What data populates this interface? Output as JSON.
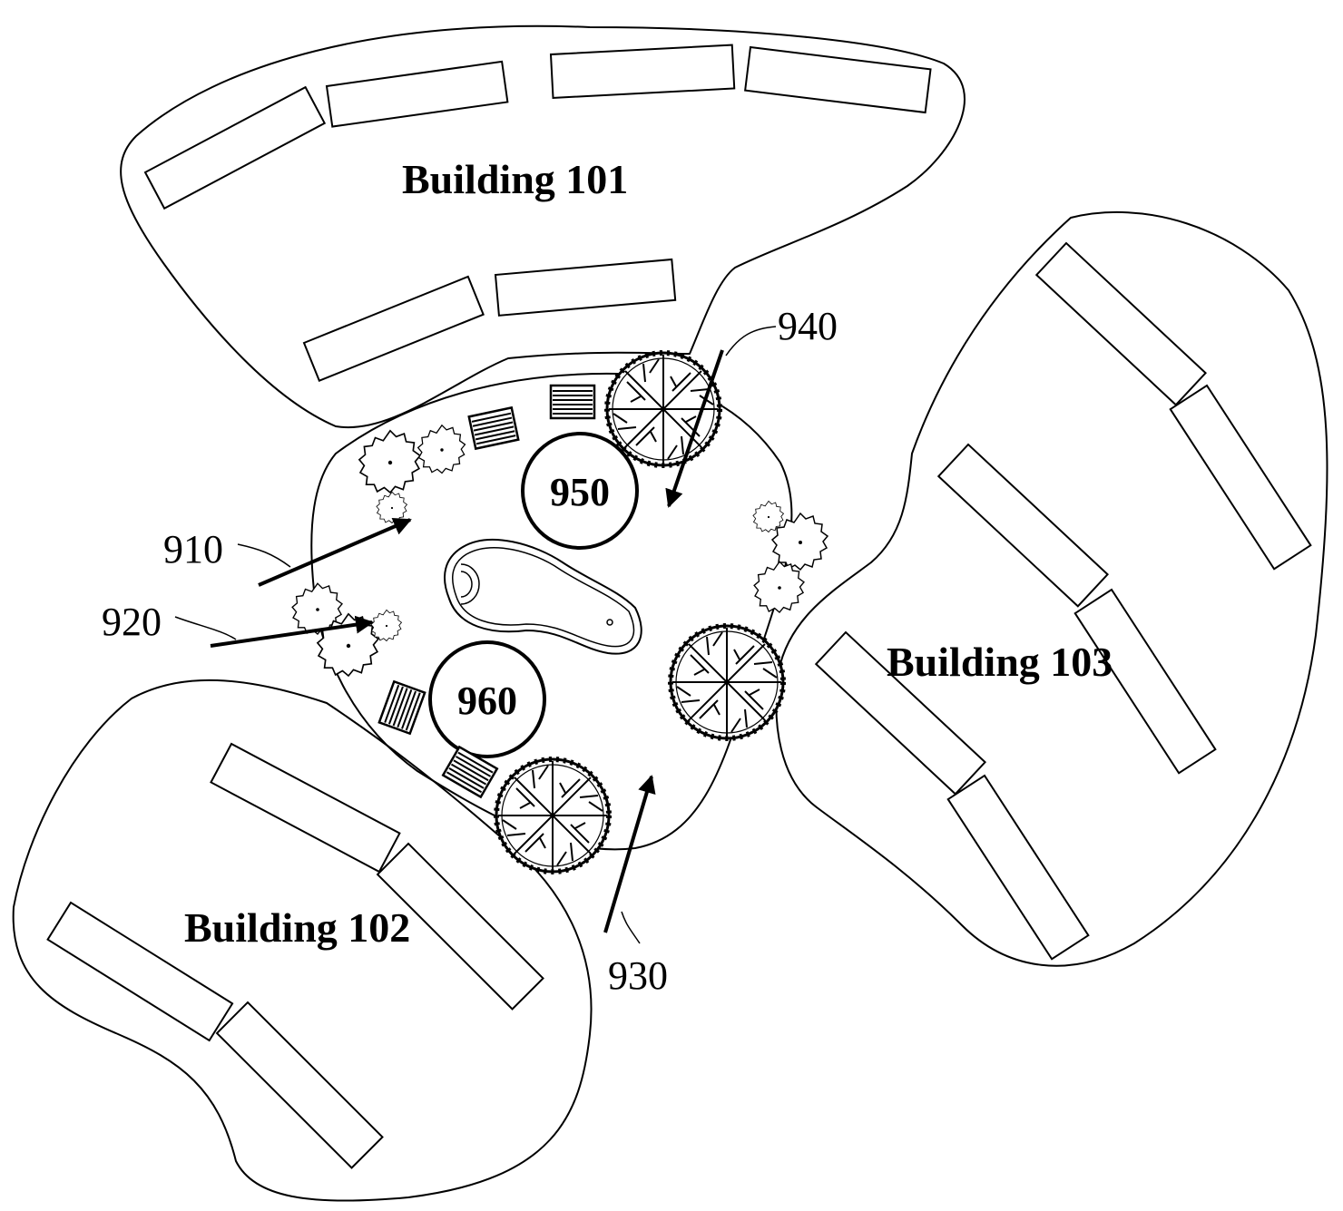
{
  "buildings": [
    {
      "id": "101",
      "label": "Building 101"
    },
    {
      "id": "102",
      "label": "Building 102"
    },
    {
      "id": "103",
      "label": "Building 103"
    }
  ],
  "reference_numerals": {
    "r910": "910",
    "r920": "920",
    "r930": "930",
    "r940": "940",
    "r950": "950",
    "r960": "960"
  },
  "icons": {
    "large_tree": "large-tree-icon",
    "shrub": "shrub-icon",
    "bench": "bench-icon",
    "pool": "pool-icon"
  },
  "colors": {
    "line": "#000000",
    "background": "#ffffff"
  }
}
